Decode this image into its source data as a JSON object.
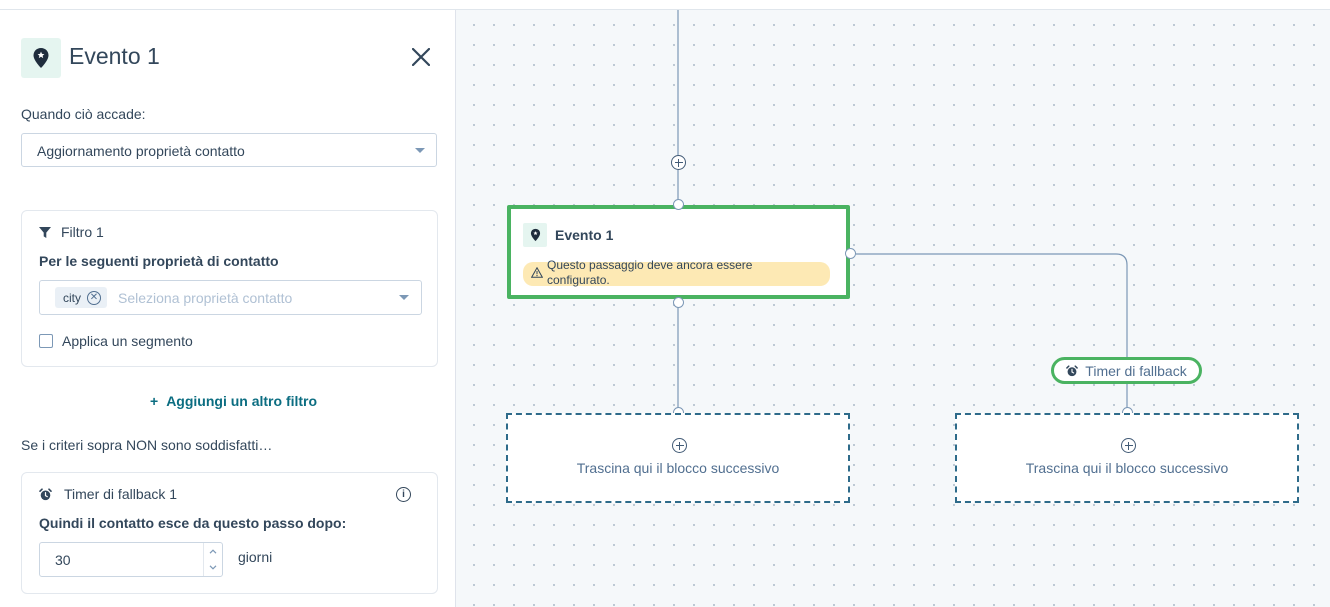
{
  "panel": {
    "title": "Evento 1",
    "icon": "map-marker-icon",
    "close_icon": "close-icon",
    "when_label": "Quando ciò accade:",
    "trigger_value": "Aggiornamento proprietà contatto",
    "filter": {
      "title": "Filtro 1",
      "subtitle": "Per le seguenti proprietà di contatto",
      "chip": "city",
      "placeholder": "Seleziona proprietà contatto",
      "checkbox_label": "Applica un segmento"
    },
    "add_filter_plus": "+",
    "add_filter_label": "Aggiungi un altro filtro",
    "criteria_note": "Se i criteri sopra NON sono soddisfatti…",
    "timer": {
      "title": "Timer di fallback 1",
      "info": "i",
      "subtitle": "Quindi il contatto esce da questo passo dopo:",
      "value": "30",
      "unit": "giorni"
    }
  },
  "canvas": {
    "event_node": {
      "title": "Evento 1",
      "warning": "Questo passaggio deve ancora essere configurato."
    },
    "drop_zone_left": "Trascina qui il blocco successivo",
    "drop_zone_right": "Trascina qui il blocco successivo",
    "timer_pill": "Timer di fallback"
  },
  "colors": {
    "accent_green": "#4ab361",
    "link_teal": "#0b6d81",
    "warning_bg": "#fde9b4"
  }
}
